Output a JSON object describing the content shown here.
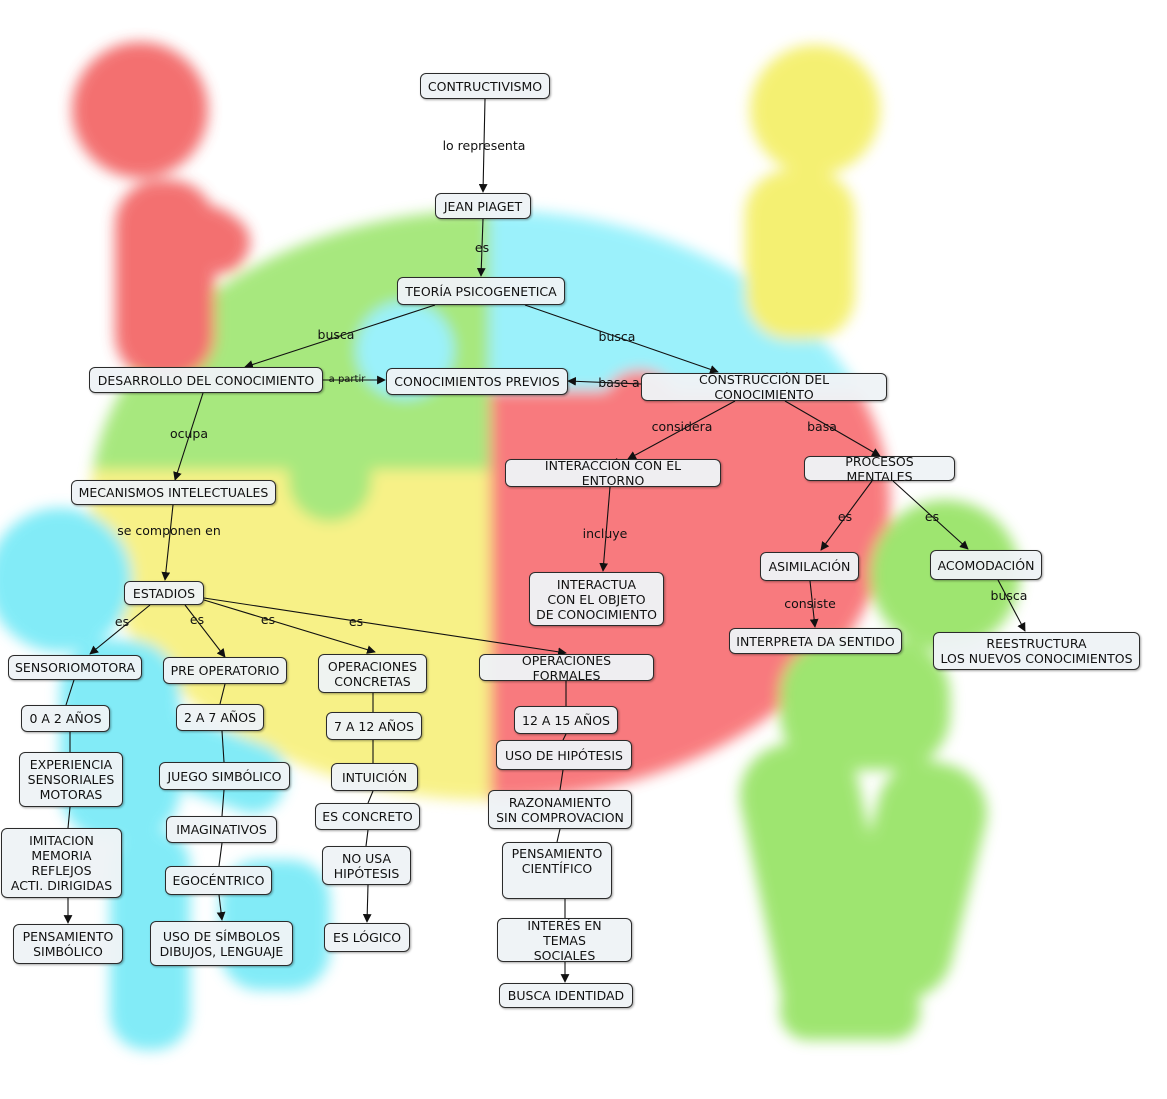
{
  "diagram": {
    "nodes": {
      "contructivismo": "CONTRUCTIVISMO",
      "jean_piaget": "JEAN PIAGET",
      "teoria": "TEORÍA PSICOGENETICA",
      "desarrollo": "DESARROLLO DEL CONOCIMIENTO",
      "conocimientos_previos": "CONOCIMIENTOS PREVIOS",
      "construccion": "CONSTRUCCIÓN DEL CONOCIMIENTO",
      "mecanismos": "MECANISMOS INTELECTUALES",
      "interaccion": "INTERACCIÓN CON EL ENTORNO",
      "procesos": "PROCESOS MENTALES",
      "interactua": "INTERACTUA\nCON EL OBJETO\nDE CONOCIMIENTO",
      "asimilacion": "ASIMILACIÓN",
      "acomodacion": "ACOMODACIÓN",
      "interpreta": "INTERPRETA DA SENTIDO",
      "reestructura": "REESTRUCTURA\nLOS NUEVOS CONOCIMIENTOS",
      "estadios": "ESTADIOS",
      "sensoriomotora": "SENSORIOMOTORA",
      "preoperatorio": "PRE OPERATORIO",
      "concretas": "OPERACIONES\nCONCRETAS",
      "formales": "OPERACIONES FORMALES",
      "s_edad": "0 A 2 AÑOS",
      "s_experiencia": "EXPERIENCIA\nSENSORIALES\nMOTORAS",
      "s_imitacion": "IMITACION\nMEMORIA\nREFLEJOS\nACTI. DIRIGIDAS",
      "s_pensamiento": "PENSAMIENTO\nSIMBÓLICO",
      "p_edad": "2 A 7 AÑOS",
      "p_juego": "JUEGO SIMBÓLICO",
      "p_imaginativos": "IMAGINATIVOS",
      "p_egocentrico": "EGOCÉNTRICO",
      "p_simbolos": "USO DE SÍMBOLOS\nDIBUJOS, LENGUAJE",
      "c_edad": "7 A 12 AÑOS",
      "c_intuicion": "INTUICIÓN",
      "c_concreto": "ES CONCRETO",
      "c_hipotesis": "NO USA\nHIPÓTESIS",
      "c_logico": "ES LÓGICO",
      "f_edad": "12 A 15 AÑOS",
      "f_hipotesis": "USO DE HIPÓTESIS",
      "f_razonamiento": "RAZONAMIENTO\nSIN COMPROVACION",
      "f_pensamiento": "PENSAMIENTO\nCIENTÍFICO",
      "f_interes": "INTERÉS EN TEMAS\nSOCIALES",
      "f_identidad": "BUSCA IDENTIDAD"
    },
    "links": {
      "lo_representa": "lo representa",
      "es_teoria": "es",
      "busca_desarrollo": "busca",
      "busca_construccion": "busca",
      "a_partir": "a partir",
      "base_a": "base a",
      "ocupa": "ocupa",
      "considera": "considera",
      "basa": "basa",
      "se_componen": "se componen en",
      "incluye": "incluye",
      "es_asimilacion": "es",
      "es_acomodacion": "es",
      "consiste": "consiste",
      "busca_reestructura": "busca",
      "es_sensoriomotora": "es",
      "es_preoperatorio": "es",
      "es_concretas": "es",
      "es_formales": "es"
    }
  }
}
